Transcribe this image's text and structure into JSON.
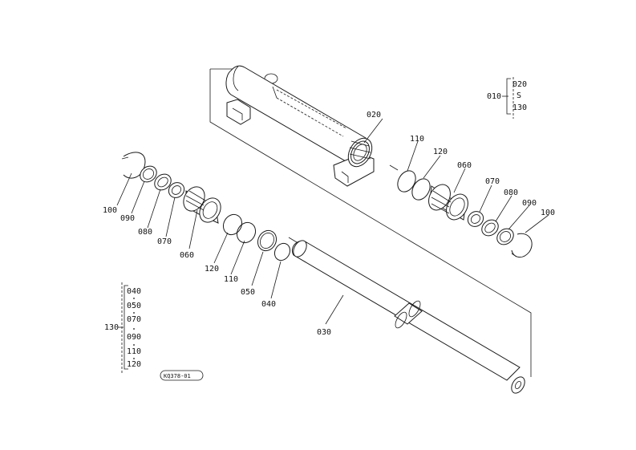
{
  "labels": {
    "barrel": "020",
    "rod": "030",
    "right_o_ring_110": "110",
    "right_backup_120": "120",
    "right_piston_060": "060",
    "right_collar_070": "070",
    "right_ring_080": "080",
    "right_ring_090": "090",
    "right_snap_100": "100",
    "left_snap_100": "100",
    "left_ring_090": "090",
    "left_ring_080": "080",
    "left_collar_070": "070",
    "left_piston_060": "060",
    "left_backup_120": "120",
    "left_o_ring_110": "110",
    "seal_050": "050",
    "seal_040": "040"
  },
  "kit_top": {
    "parent": "010",
    "from": "020",
    "tilde": "S",
    "to": "130"
  },
  "kit_left": {
    "parent": "130",
    "items": [
      "040",
      "050",
      "070",
      "090",
      "110",
      "120"
    ]
  },
  "stamp": "KQ378-01"
}
